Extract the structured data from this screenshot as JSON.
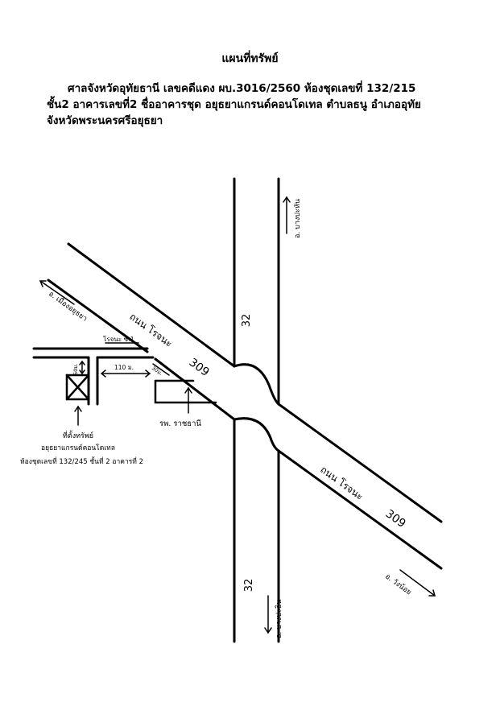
{
  "title": "แผนที่ทรัพย์",
  "heading": {
    "line1": "ศาลจังหวัดอุทัยธานี เลขคดีแดง ผบ.3016/2560 ห้องชุดเลขที่ 132/215",
    "line2": "ชั้น2 อาคารเลขที่2 ชื่ออาคารชุด อยุธยาแกรนด์คอนโดเทล ตำบลธนู อำเภออุทัย",
    "line3": "จังหวัดพระนครศรีอยุธยา"
  },
  "map": {
    "road_32_top": "32",
    "road_32_bottom": "32",
    "rojana_upper_label": "ถนน โรจนะ",
    "rojana_upper_number": "309",
    "rojana_lower_label": "ถนน โรจนะ",
    "rojana_lower_number": "309",
    "dir_bang_pahan_top": "อ. บางปะหัน",
    "dir_bang_pahan_bottom": "อ. บางปะอิน",
    "dir_ayutthaya": "อ. เมืองอยุธยา",
    "dir_wang_noi": "อ. วังน้อย",
    "soi_label": "โรจนะ ซ.1",
    "distance_110": "110 ม.",
    "distance_side": "50ม.",
    "distance_small": "30ม.",
    "hospital": "รพ. ราชธานี",
    "property_line1": "ที่ตั้งทรัพย์",
    "property_line2": "อยุธยาแกรนด์คอนโดเทล",
    "property_line3": "ห้องชุดเลขที่ 132/245  ชั้นที่ 2  อาคารที่ 2"
  }
}
